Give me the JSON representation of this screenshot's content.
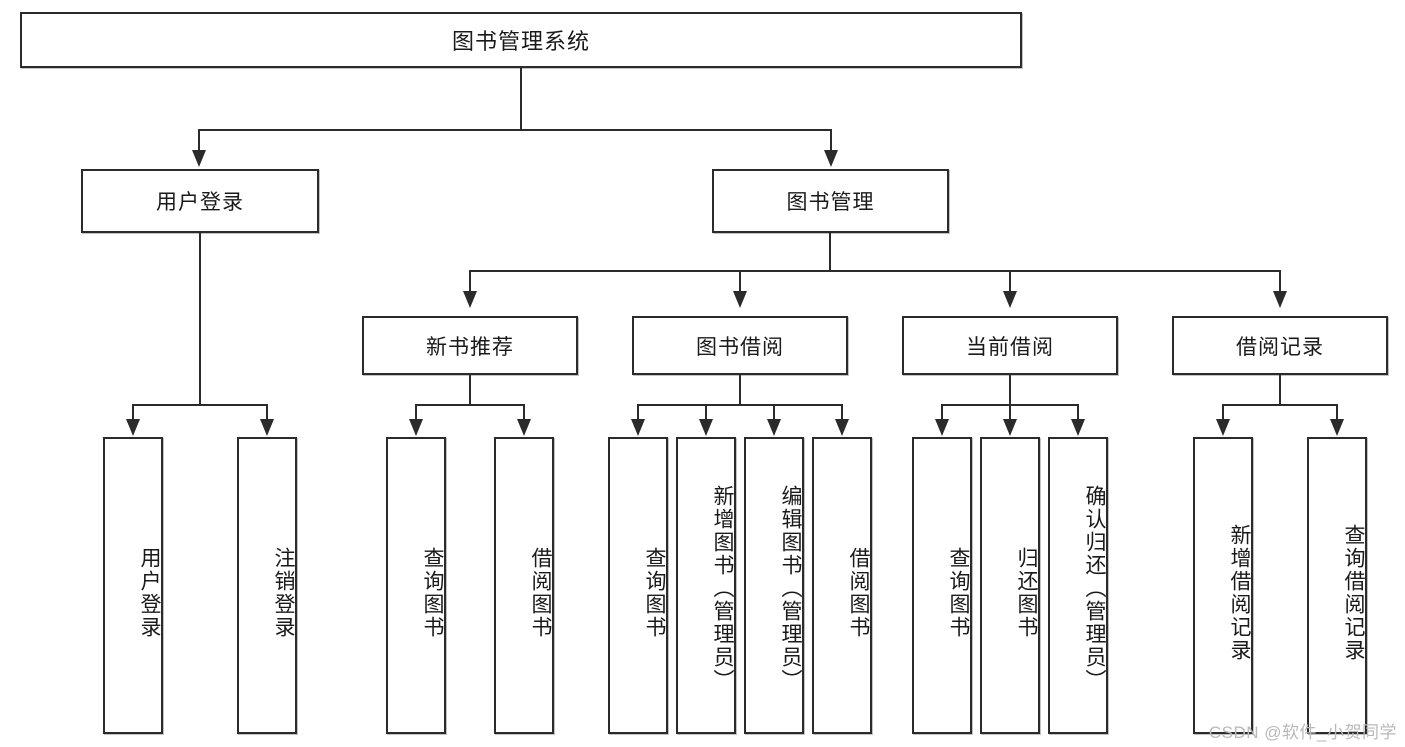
{
  "diagram": {
    "type": "tree",
    "title": "图书管理系统",
    "root": {
      "label": "图书管理系统"
    },
    "level1": [
      {
        "label": "用户登录"
      },
      {
        "label": "图书管理"
      }
    ],
    "level2": [
      {
        "label": "新书推荐",
        "parent": "图书管理"
      },
      {
        "label": "图书借阅",
        "parent": "图书管理"
      },
      {
        "label": "当前借阅",
        "parent": "图书管理"
      },
      {
        "label": "借阅记录",
        "parent": "图书管理"
      }
    ],
    "leaves": {
      "user_login": [
        {
          "label": "用户登录"
        },
        {
          "label": "注销登录"
        }
      ],
      "new_book_recommend": [
        {
          "label": "查询图书"
        },
        {
          "label": "借阅图书"
        }
      ],
      "book_borrow": [
        {
          "label": "查询图书"
        },
        {
          "label": "新增图书（管理员）"
        },
        {
          "label": "编辑图书（管理员）"
        },
        {
          "label": "借阅图书"
        }
      ],
      "current_borrow": [
        {
          "label": "查询图书"
        },
        {
          "label": "归还图书"
        },
        {
          "label": "确认归还（管理员）"
        }
      ],
      "borrow_record": [
        {
          "label": "新增借阅记录"
        },
        {
          "label": "查询借阅记录"
        }
      ]
    }
  },
  "watermark": {
    "text": "CSDN @软件_小贺同学"
  },
  "colors": {
    "border": "#2b2b2b",
    "background": "#ffffff",
    "text": "#1a1a1a",
    "watermark": "#b9b9b9"
  }
}
